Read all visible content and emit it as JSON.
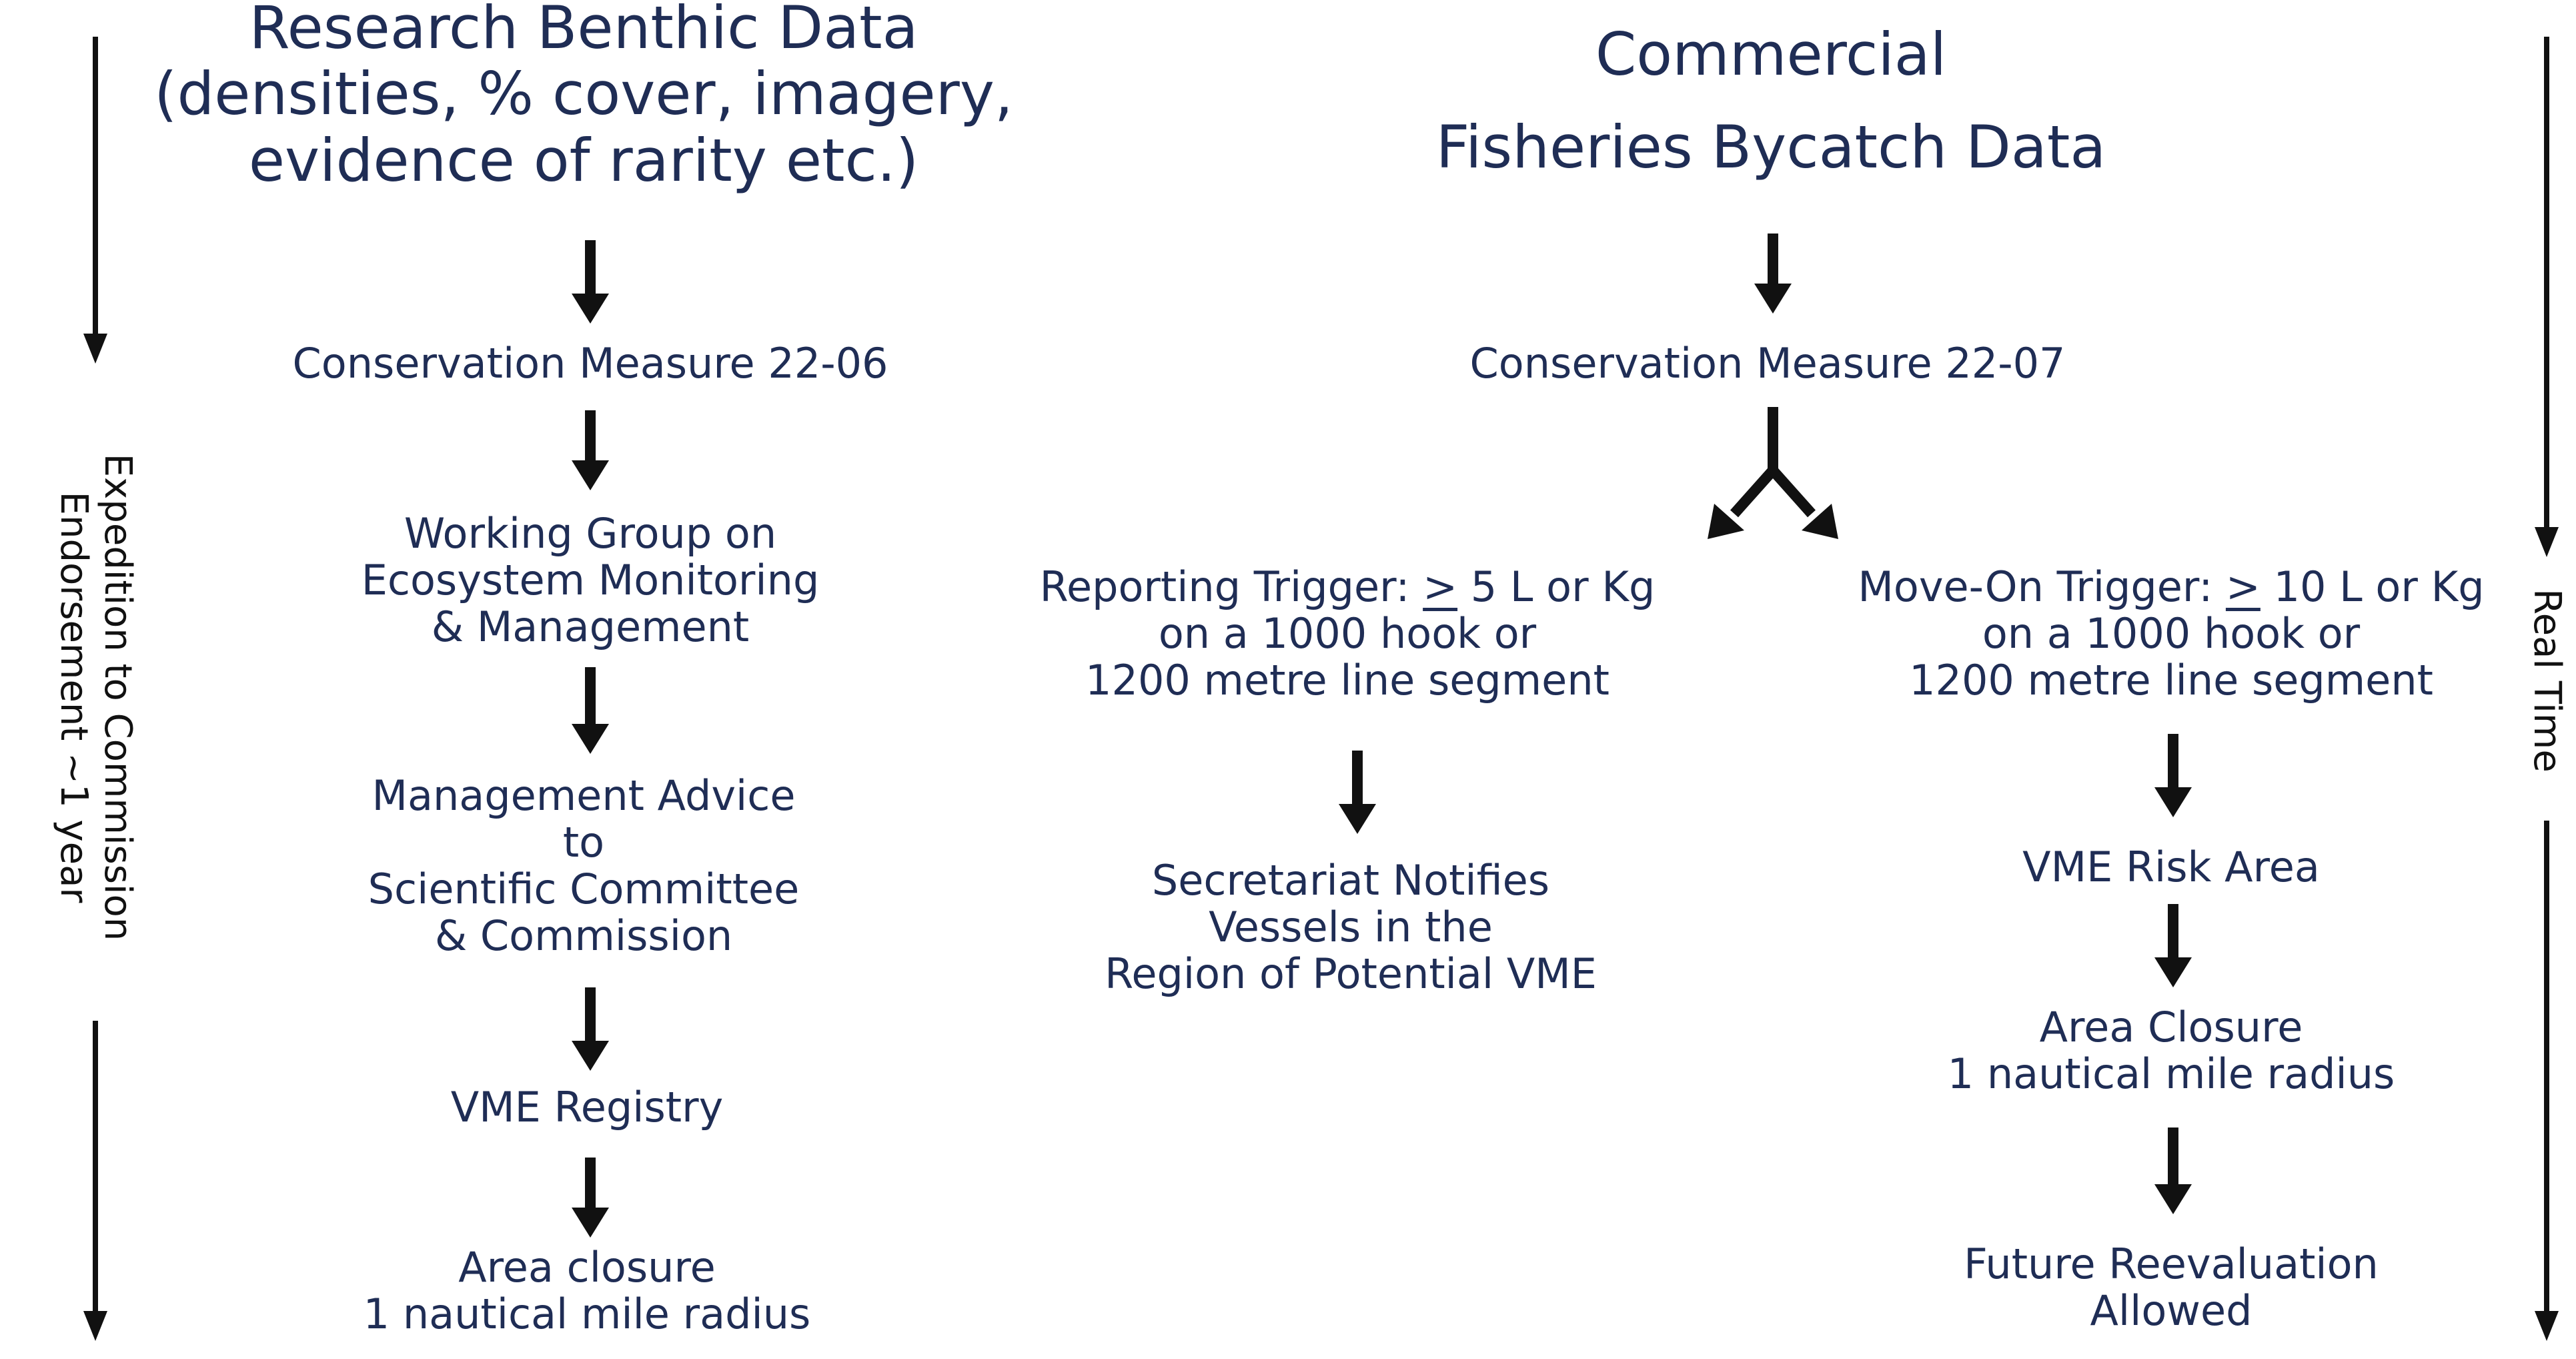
{
  "left": {
    "header": [
      "Research Benthic Data",
      "(densities, % cover, imagery,",
      "evidence of rarity etc.)"
    ],
    "measure": "Conservation Measure 22-06",
    "working_group": [
      "Working Group on",
      "Ecosystem Monitoring",
      "& Management"
    ],
    "advice": [
      "Management Advice",
      "to",
      "Scientific Committee",
      "& Commission"
    ],
    "registry": "VME Registry",
    "closure": [
      "Area closure",
      "1 nautical mile radius"
    ]
  },
  "right": {
    "header": [
      "Commercial",
      "Fisheries Bycatch Data"
    ],
    "measure": "Conservation Measure 22-07",
    "reporting": {
      "prefix": "Reporting Trigger:  ",
      "symbol": ">",
      "value": " 5 L or Kg",
      "lines": [
        "on a 1000 hook or",
        "1200 metre line segment"
      ]
    },
    "moveon": {
      "prefix": "Move-On Trigger:  ",
      "symbol": ">",
      "value": " 10 L or Kg",
      "lines": [
        "on a 1000 hook or",
        "1200 metre line segment"
      ]
    },
    "notifies": [
      "Secretariat Notifies",
      "Vessels in the",
      "Region of Potential  VME"
    ],
    "risk_area": "VME Risk Area",
    "area_closure": [
      "Area Closure",
      "1 nautical mile radius"
    ],
    "future": [
      "Future Reevaluation",
      "Allowed"
    ]
  },
  "timelines": {
    "left_line1": "Expedition to Commission",
    "left_line2": "Endorsement  ~1 year",
    "right": "Real Time"
  },
  "colors": {
    "text": "#1f2d55",
    "arrow": "#111111"
  }
}
